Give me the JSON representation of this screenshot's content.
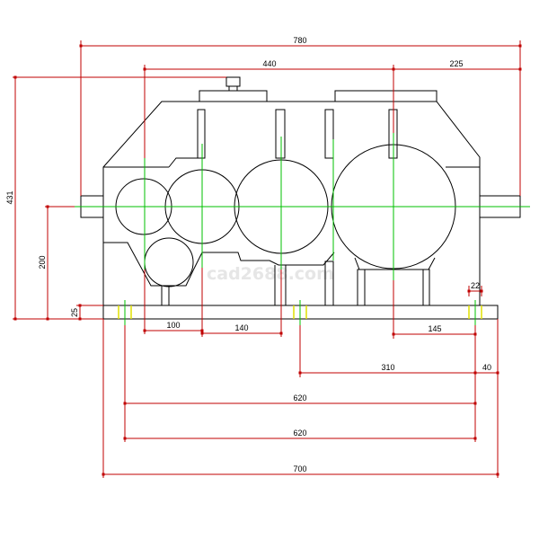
{
  "drawing": {
    "watermark": "cad2688.com",
    "colors": {
      "outline": "#000000",
      "dimension": "#c00000",
      "centerline": "#00c000",
      "bolt": "#e0e000"
    },
    "dimensions": {
      "overall_length_top": "780",
      "input_to_output_axis": "440",
      "output_shaft_extension": "225",
      "overall_height": "431",
      "center_height": "200",
      "base_thickness": "25",
      "axis_spacing_1": "100",
      "axis_spacing_2": "140",
      "axis_to_bolt": "145",
      "bolt_spacing_middle": "310",
      "bolt_to_edge": "40",
      "bolt_hole_dia": "22",
      "bolt_spacing_total_a": "620",
      "bolt_spacing_total_b": "620",
      "base_length": "700"
    }
  }
}
